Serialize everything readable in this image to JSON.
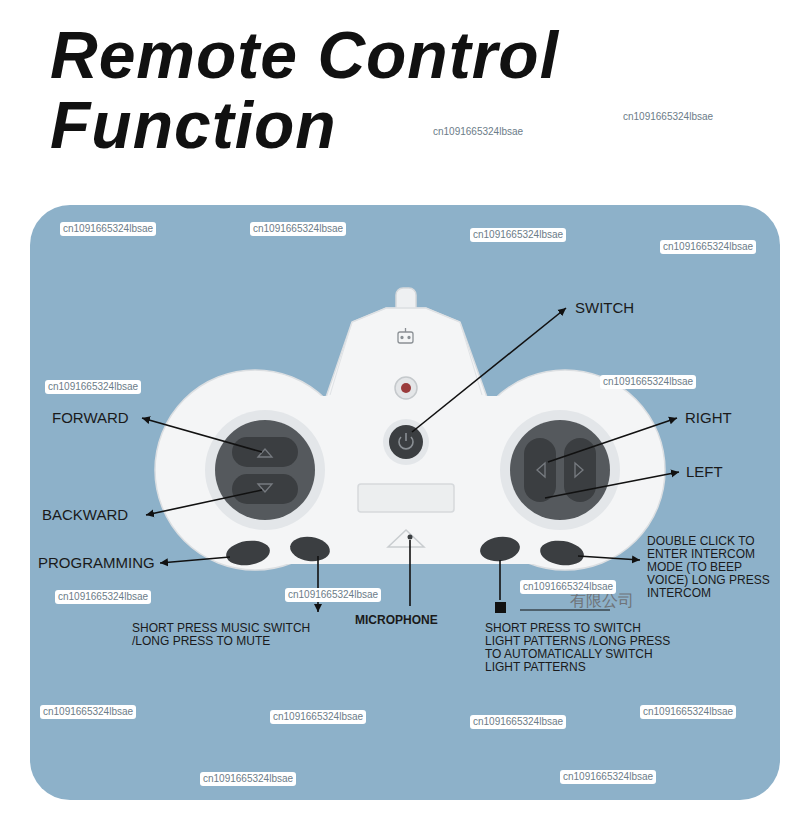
{
  "diagram": {
    "title": "Remote Control Function",
    "labels": [
      "SWITCH",
      "FORWARD",
      "RIGHT",
      "LEFT",
      "BACKWARD",
      "PROGRAMMING",
      "DOUBLE CLICK TO ENTER INTERCOM MODE (TO BEEP VOICE) LONG PRESS INTERCOM",
      "SHORT PRESS MUSIC SWITCH /LONG PRESS TO MUTE",
      "MICROPHONE",
      "SHORT PRESS TO SWITCH LIGHT PATTERNS /LONG PRESS TO AUTOMATICALLY SWITCH LIGHT PATTERNS",
      "有限公司",
      "cn1091665324lbsae",
      "cn1091665324lbsae",
      "cn1091665324lbsae",
      "cn1091665324lbsae",
      "cn1091665324lbsae",
      "cn1091665324lbsae",
      "cn1091665324lbsae",
      "cn1091665324lbsae",
      "cn1091665324lbsae",
      "cn1091665324lbsae",
      "cn1091665324lbsae",
      "cn1091665324lbsae",
      "cn1091665324lbsae",
      "cn1091665324lbsae",
      "cn1091665324lbsae",
      "cn1091665324lbsae",
      "cn1091665324lbsae"
    ]
  }
}
